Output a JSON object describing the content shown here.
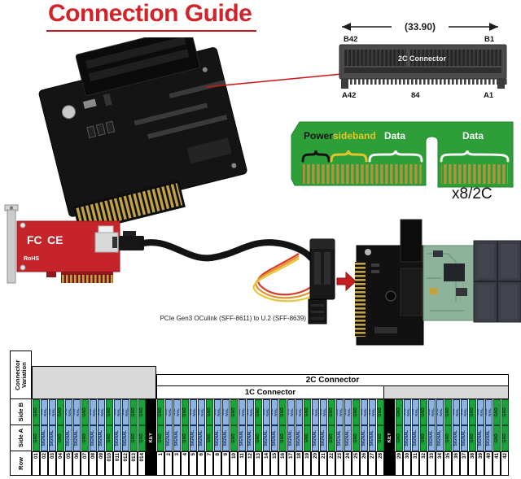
{
  "title": "Connection Guide",
  "colors": {
    "accent_red": "#d2232a",
    "gnd_green": "#18a438",
    "signal_blue": "#8fb3e0",
    "pcb_green": "#2e9e38",
    "sideband_yellow": "#e3c629",
    "table_gray": "#d9d9d9"
  },
  "diagram_2c": {
    "dimension": "(33.90)",
    "pin_top_left": "B42",
    "pin_top_right": "B1",
    "pin_bottom_left": "A42",
    "pin_bottom_center": "84",
    "pin_bottom_right": "A1",
    "label": "2C Connector"
  },
  "edge_diagram": {
    "power": "Power",
    "sideband": "sideband",
    "data_left": "Data",
    "data_right": "Data",
    "variant": "x8/2C"
  },
  "cable_figure": {
    "caption": "PCIe Gen3 OCulink (SFF-8611) to U.2 (SFF-8639) cable",
    "fcc_mark": "FC",
    "ce_mark": "CE",
    "rohs_mark": "RoHS"
  },
  "pin_table": {
    "header_variation": "Connector Variation",
    "header_side_b": "Side B",
    "header_side_a": "Side A",
    "header_row": "Row",
    "header_2c": "2C Connector",
    "header_1c": "1C Connector",
    "key_label": "KEY",
    "columns": [
      {
        "row": "01",
        "sideB": "GND",
        "sideA": "GND"
      },
      {
        "row": "02",
        "sideB": "SIGNAL",
        "sideA": "SIGNAL"
      },
      {
        "row": "03",
        "sideB": "SIGNAL",
        "sideA": "SIGNAL"
      },
      {
        "row": "04",
        "sideB": "GND",
        "sideA": "GND"
      },
      {
        "row": "05",
        "sideB": "SIGNAL",
        "sideA": "SIGNAL"
      },
      {
        "row": "06",
        "sideB": "SIGNAL",
        "sideA": "SIGNAL"
      },
      {
        "row": "07",
        "sideB": "GND",
        "sideA": "GND"
      },
      {
        "row": "08",
        "sideB": "SIGNAL",
        "sideA": "SIGNAL"
      },
      {
        "row": "09",
        "sideB": "SIGNAL",
        "sideA": "SIGNAL"
      },
      {
        "row": "010",
        "sideB": "GND",
        "sideA": "GND"
      },
      {
        "row": "011",
        "sideB": "SIGNAL",
        "sideA": "SIGNAL"
      },
      {
        "row": "012",
        "sideB": "SIGNAL",
        "sideA": "SIGNAL"
      },
      {
        "row": "013",
        "sideB": "GND",
        "sideA": "GND"
      },
      {
        "row": "014",
        "sideB": "GND",
        "sideA": "GND"
      },
      {
        "key": "KEY"
      },
      {
        "row": "1",
        "sideB": "GND",
        "sideA": "GND"
      },
      {
        "row": "2",
        "sideB": "SIGNAL",
        "sideA": "SIGNAL"
      },
      {
        "row": "3",
        "sideB": "SIGNAL",
        "sideA": "SIGNAL"
      },
      {
        "row": "4",
        "sideB": "GND",
        "sideA": "GND"
      },
      {
        "row": "5",
        "sideB": "SIGNAL",
        "sideA": "SIGNAL"
      },
      {
        "row": "6",
        "sideB": "SIGNAL",
        "sideA": "SIGNAL"
      },
      {
        "row": "7",
        "sideB": "GND",
        "sideA": "GND"
      },
      {
        "row": "8",
        "sideB": "SIGNAL",
        "sideA": "SIGNAL"
      },
      {
        "row": "9",
        "sideB": "SIGNAL",
        "sideA": "SIGNAL"
      },
      {
        "row": "10",
        "sideB": "GND",
        "sideA": "GND"
      },
      {
        "row": "11",
        "sideB": "SIGNAL",
        "sideA": "SIGNAL"
      },
      {
        "row": "12",
        "sideB": "SIGNAL",
        "sideA": "SIGNAL"
      },
      {
        "row": "13",
        "sideB": "GND",
        "sideA": "GND"
      },
      {
        "row": "14",
        "sideB": "SIGNAL",
        "sideA": "SIGNAL"
      },
      {
        "row": "15",
        "sideB": "SIGNAL",
        "sideA": "SIGNAL"
      },
      {
        "row": "16",
        "sideB": "GND",
        "sideA": "GND"
      },
      {
        "row": "17",
        "sideB": "SIGNAL",
        "sideA": "SIGNAL"
      },
      {
        "row": "18",
        "sideB": "SIGNAL",
        "sideA": "SIGNAL"
      },
      {
        "row": "19",
        "sideB": "GND",
        "sideA": "GND"
      },
      {
        "row": "20",
        "sideB": "SIGNAL",
        "sideA": "SIGNAL"
      },
      {
        "row": "21",
        "sideB": "SIGNAL",
        "sideA": "SIGNAL"
      },
      {
        "row": "22",
        "sideB": "GND",
        "sideA": "GND"
      },
      {
        "row": "23",
        "sideB": "SIGNAL",
        "sideA": "SIGNAL"
      },
      {
        "row": "24",
        "sideB": "SIGNAL",
        "sideA": "SIGNAL"
      },
      {
        "row": "25",
        "sideB": "GND",
        "sideA": "GND"
      },
      {
        "row": "26",
        "sideB": "SIGNAL",
        "sideA": "SIGNAL"
      },
      {
        "row": "27",
        "sideB": "SIGNAL",
        "sideA": "SIGNAL"
      },
      {
        "row": "28",
        "sideB": "GND",
        "sideA": "GND"
      },
      {
        "key": "KEY"
      },
      {
        "row": "29",
        "sideB": "GND",
        "sideA": "GND"
      },
      {
        "row": "30",
        "sideB": "SIGNAL",
        "sideA": "SIGNAL"
      },
      {
        "row": "31",
        "sideB": "SIGNAL",
        "sideA": "SIGNAL"
      },
      {
        "row": "32",
        "sideB": "GND",
        "sideA": "GND"
      },
      {
        "row": "33",
        "sideB": "SIGNAL",
        "sideA": "SIGNAL"
      },
      {
        "row": "34",
        "sideB": "SIGNAL",
        "sideA": "SIGNAL"
      },
      {
        "row": "35",
        "sideB": "GND",
        "sideA": "GND"
      },
      {
        "row": "36",
        "sideB": "SIGNAL",
        "sideA": "SIGNAL"
      },
      {
        "row": "37",
        "sideB": "SIGNAL",
        "sideA": "SIGNAL"
      },
      {
        "row": "38",
        "sideB": "GND",
        "sideA": "GND"
      },
      {
        "row": "39",
        "sideB": "SIGNAL",
        "sideA": "SIGNAL"
      },
      {
        "row": "40",
        "sideB": "SIGNAL",
        "sideA": "SIGNAL"
      },
      {
        "row": "41",
        "sideB": "GND",
        "sideA": "GND"
      },
      {
        "row": "42",
        "sideB": "GND",
        "sideA": "GND"
      }
    ]
  }
}
